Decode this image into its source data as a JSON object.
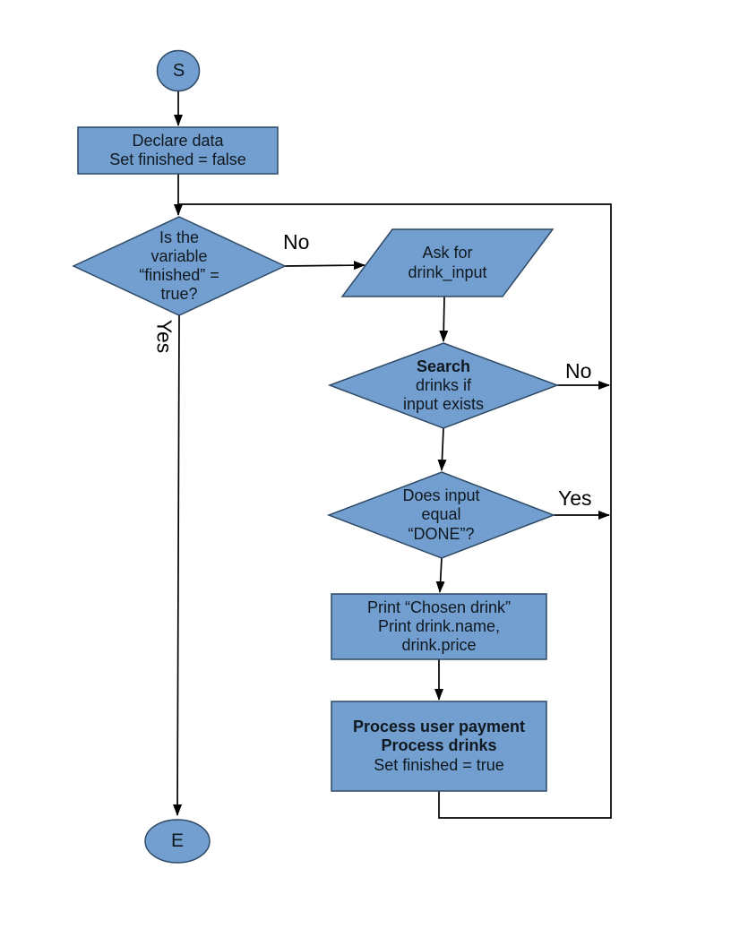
{
  "colors": {
    "shape_fill": "#729FCF",
    "shape_stroke": "#2E4A66",
    "connector": "#000000",
    "text": "#101820"
  },
  "nodes": {
    "start": {
      "label": "S"
    },
    "declare_data": {
      "text": "Declare data\nSet finished = false"
    },
    "finished_check": {
      "text": "Is the\nvariable\n“finished” =\ntrue?"
    },
    "ask_for_input": {
      "text": "Ask for\ndrink_input"
    },
    "search_drinks": {
      "title": "Search",
      "text": "drinks if\ninput exists"
    },
    "done_check": {
      "text": "Does input\nequal\n“DONE”?"
    },
    "print_drink": {
      "text": "Print “Chosen drink”\nPrint drink.name,\ndrink.price"
    },
    "process_payment": {
      "title": "Process user payment\nProcess drinks",
      "text": "Set finished = true"
    },
    "end": {
      "label": "E"
    }
  },
  "edge_labels": {
    "no_finished": "No",
    "yes_finished": "Yes",
    "no_search": "No",
    "yes_done": "Yes"
  }
}
